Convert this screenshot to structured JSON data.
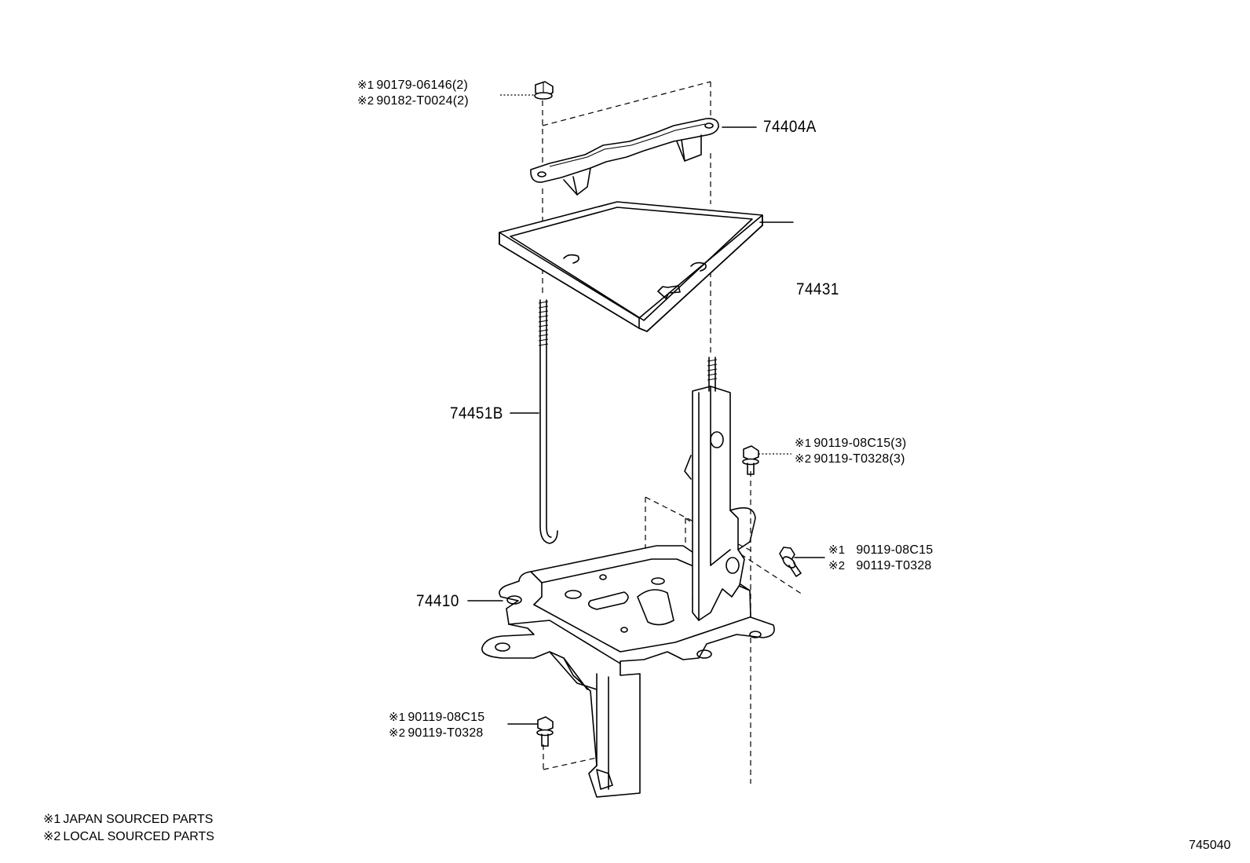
{
  "diagram": {
    "parts": {
      "hold_down": "74404A",
      "tray": "74431",
      "rod": "74451B",
      "carrier": "74410"
    },
    "fasteners": {
      "top_nut": [
        {
          "mark": "※1",
          "text": "90179-06146(2)"
        },
        {
          "mark": "※2",
          "text": "90182-T0024(2)"
        }
      ],
      "right_bolt_upper": [
        {
          "mark": "※1",
          "text": "90119-08C15(3)"
        },
        {
          "mark": "※2",
          "text": "90119-T0328(3)"
        }
      ],
      "right_bolt_lower": [
        {
          "mark": "※1",
          "text": "90119-08C15"
        },
        {
          "mark": "※2",
          "text": "90119-T0328"
        }
      ],
      "bottom_bolt": [
        {
          "mark": "※1",
          "text": "90119-08C15"
        },
        {
          "mark": "※2",
          "text": "90119-T0328"
        }
      ]
    },
    "legend": [
      {
        "mark": "※1",
        "text": "JAPAN SOURCED PARTS"
      },
      {
        "mark": "※2",
        "text": "LOCAL SOURCED PARTS"
      }
    ],
    "illustration_number": "745040"
  }
}
